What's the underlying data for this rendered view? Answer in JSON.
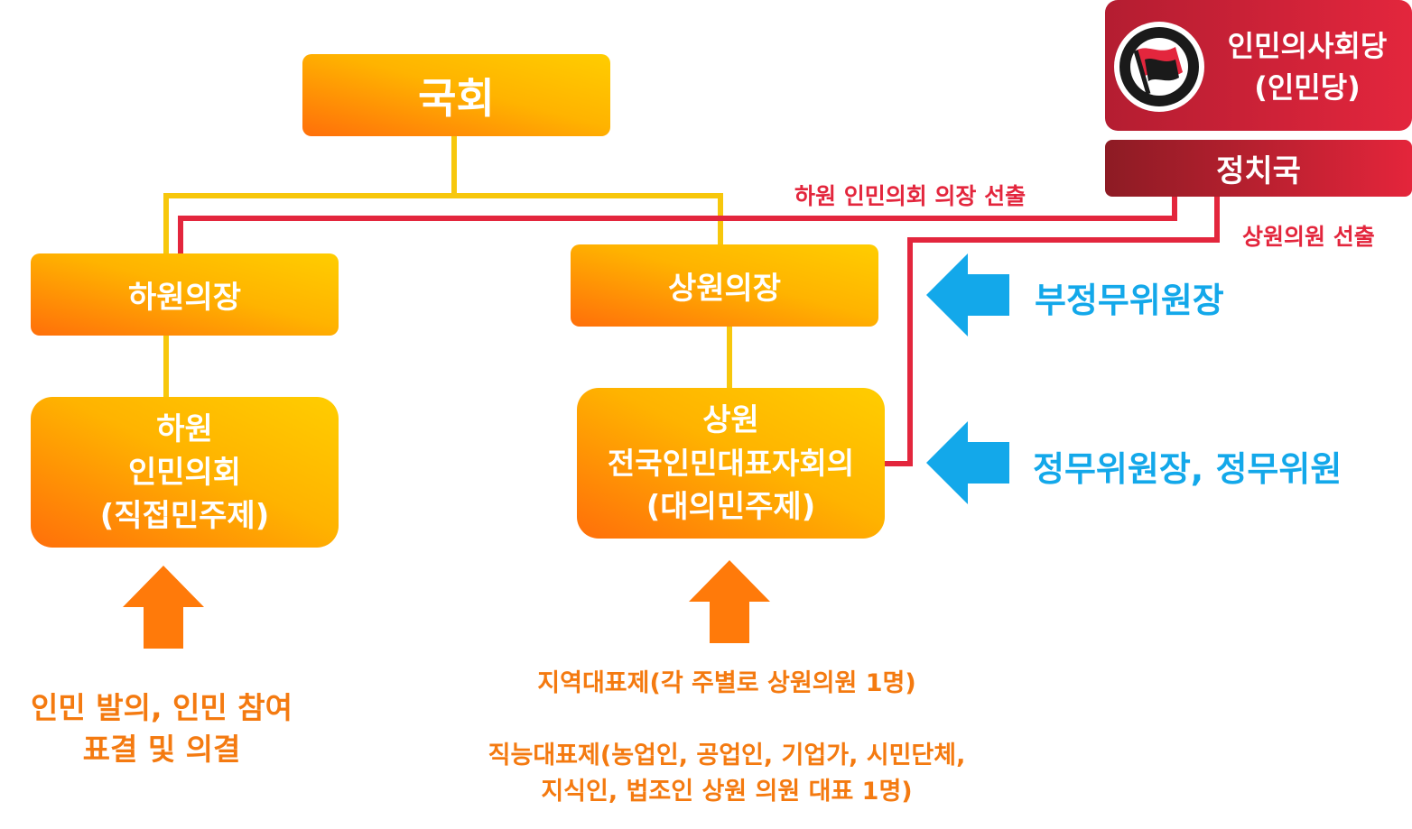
{
  "diagram": {
    "assembly": "국회",
    "lower_speaker": "하원의장",
    "upper_speaker": "상원의장",
    "lower_house": {
      "line1": "하원",
      "line2": "인민의회",
      "line3": "(직접민주제)"
    },
    "upper_house": {
      "line1": "상원",
      "line2": "전국인민대표자회의",
      "line3": "(대의민주제)"
    },
    "party": {
      "line1": "인민의사회당",
      "line2": "(인민당)",
      "logo_icon": "antifa-flag-icon"
    },
    "politburo": "정치국",
    "red_label_lower": "하원 인민의회 의장 선출",
    "red_label_upper": "상원의원 선출",
    "blue_label_1": "부정무위원장",
    "blue_label_2": "정무위원장, 정무위원",
    "lower_input": {
      "line1": "인민 발의, 인민 참여",
      "line2": "표결 및 의결"
    },
    "upper_input": {
      "line1": "지역대표제(각 주별로 상원의원 1명)",
      "line2": "직능대표제(농업인, 공업인, 기업가, 시민단체,",
      "line3": "지식인, 법조인 상원 의원 대표 1명)"
    },
    "colors": {
      "orange_box_top": "#ffcd00",
      "orange_box_bottom": "#ff6f0a",
      "connector_yellow": "#f7c70c",
      "connector_red": "#e3263d",
      "party_red": "#c81e32",
      "blue": "#13a8ea",
      "orange_arrow": "#ff7a0a",
      "orange_text": "#f47a10"
    }
  }
}
